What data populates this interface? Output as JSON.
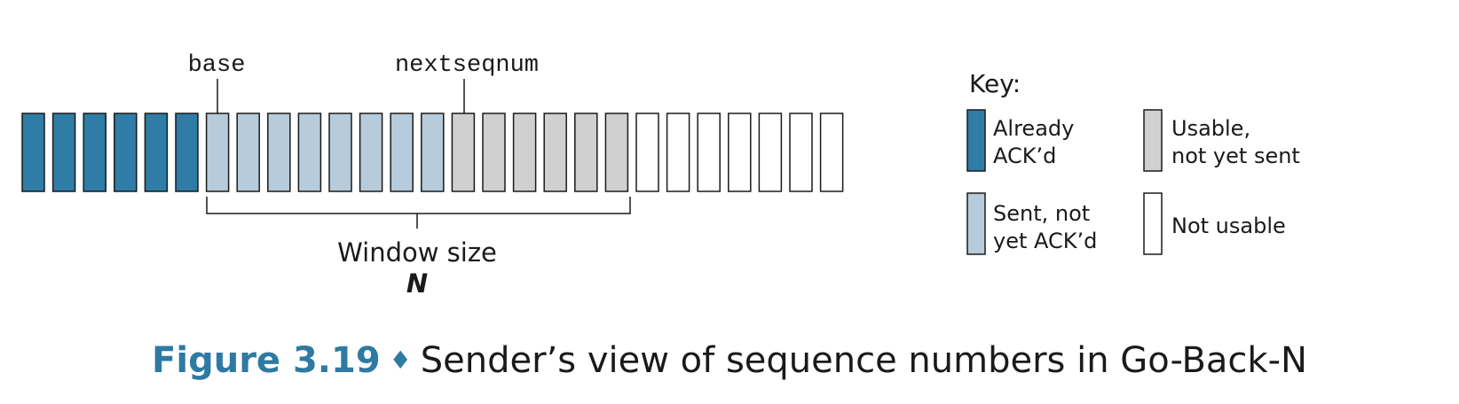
{
  "labels": {
    "base": "base",
    "nextseqnum": "nextseqnum",
    "window_line1": "Window size",
    "window_line2": "N"
  },
  "sequence": [
    "acked",
    "acked",
    "acked",
    "acked",
    "acked",
    "acked",
    "sent",
    "sent",
    "sent",
    "sent",
    "sent",
    "sent",
    "sent",
    "sent",
    "usable",
    "usable",
    "usable",
    "usable",
    "usable",
    "usable",
    "unusable",
    "unusable",
    "unusable",
    "unusable",
    "unusable",
    "unusable",
    "unusable"
  ],
  "colors": {
    "acked": "#2f7ca6",
    "sent": "#b6cbdb",
    "usable": "#d0d0d0",
    "unusable": "#ffffff",
    "stroke": "#1a1a1a",
    "accent": "#2e7aa3"
  },
  "key": {
    "title": "Key:",
    "items": [
      {
        "state": "acked",
        "line1": "Already",
        "line2": "ACK’d"
      },
      {
        "state": "usable",
        "line1": "Usable,",
        "line2": "not yet sent"
      },
      {
        "state": "sent",
        "line1": "Sent, not",
        "line2": "yet ACK’d"
      },
      {
        "state": "unusable",
        "line1": "Not usable",
        "line2": ""
      }
    ]
  },
  "caption": {
    "figure": "Figure 3.19",
    "text": "Sender’s view of sequence numbers in Go-Back-N"
  }
}
